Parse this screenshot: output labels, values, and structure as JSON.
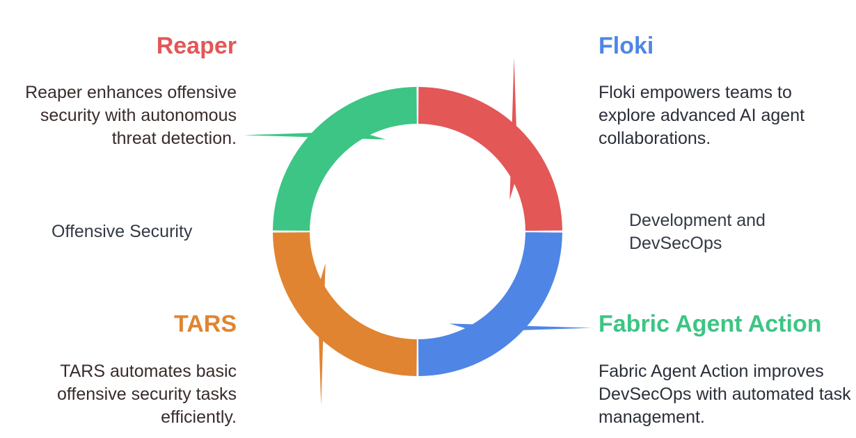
{
  "colors": {
    "red": "#e35757",
    "blue": "#4f86e5",
    "green": "#3cc584",
    "orange": "#e08431"
  },
  "sections": {
    "reaper": {
      "title": "Reaper",
      "desc": "Reaper enhances offensive security with autonomous threat detection."
    },
    "floki": {
      "title": "Floki",
      "desc": "Floki empowers teams to explore advanced AI agent collaborations."
    },
    "tars": {
      "title": "TARS",
      "desc": "TARS automates basic offensive security tasks efficiently."
    },
    "fabric": {
      "title": "Fabric Agent Action",
      "desc": "Fabric Agent Action improves DevSecOps with automated task management."
    }
  },
  "labels": {
    "offensive": "Offensive Security",
    "dev": "Development and DevSecOps"
  }
}
